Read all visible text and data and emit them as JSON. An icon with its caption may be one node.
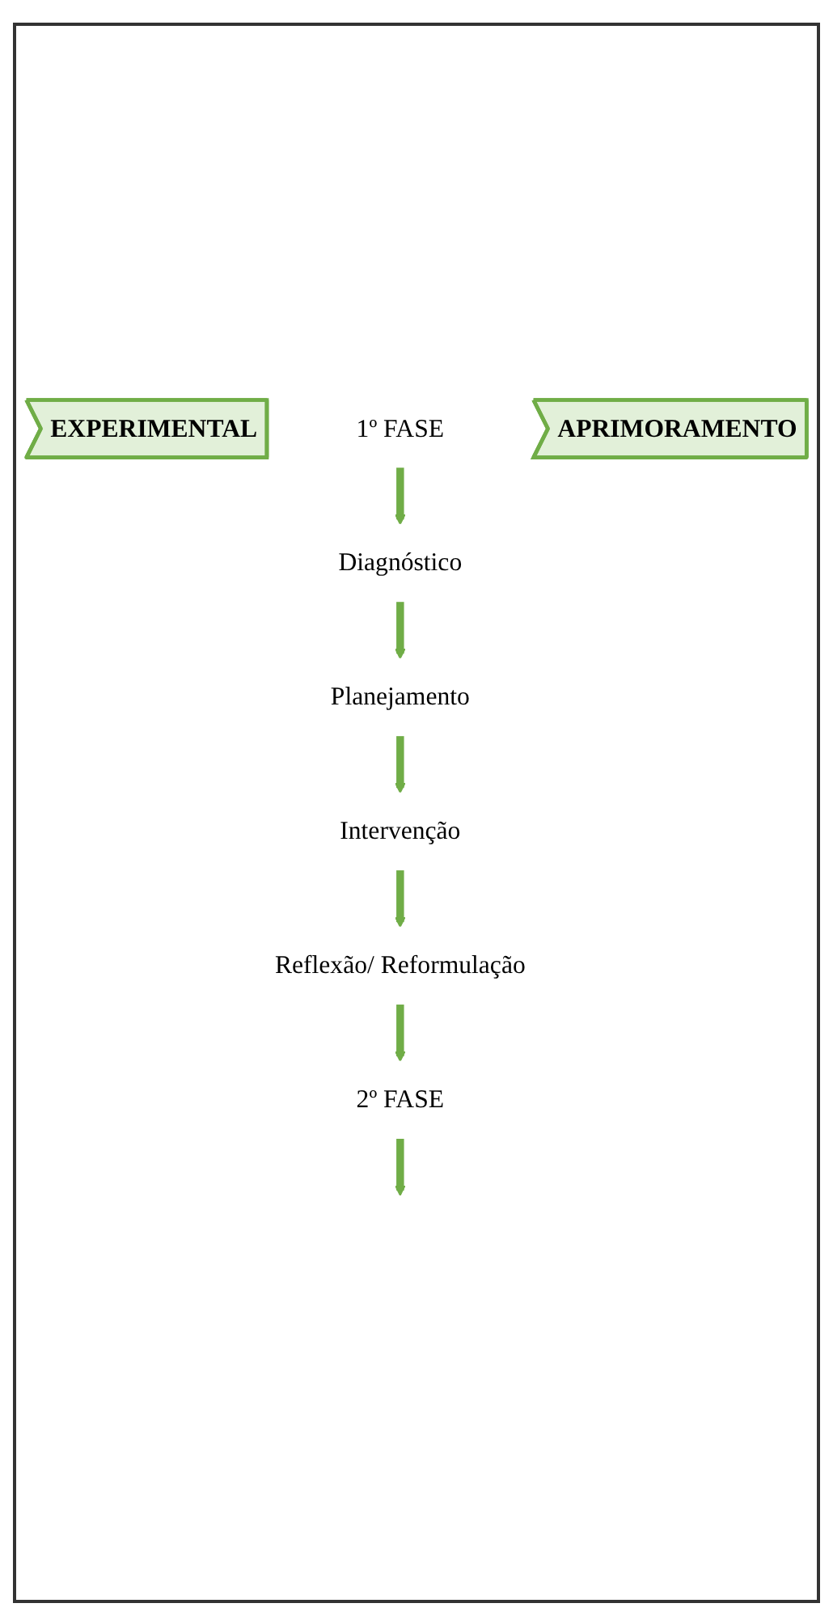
{
  "diagram": {
    "nodes": [
      {
        "text": [
          "EXPERIMENTAL"
        ]
      },
      {
        "text": [
          "1º FASE"
        ]
      },
      {
        "text": [
          "Diagnóstico"
        ]
      },
      {
        "text": [
          "Planejamento"
        ]
      },
      {
        "text": [
          "Intervenção"
        ]
      },
      {
        "text": [
          "Reflexão/ Reformulação"
        ]
      },
      {
        "text": [
          "2º FASE"
        ]
      },
      {
        "text": [
          "APRIMORAMENTO"
        ]
      }
    ],
    "edges": [
      {
        "from": 1,
        "to": 2,
        "arrow": "to"
      },
      {
        "from": 2,
        "to": 3,
        "arrow": "to"
      },
      {
        "from": 3,
        "to": 4,
        "arrow": "to"
      },
      {
        "from": 4,
        "to": 5,
        "arrow": "to"
      },
      {
        "from": 5,
        "to": 6,
        "arrow": "to"
      },
      {
        "from": 6,
        "to": null,
        "arrow": "to"
      }
    ]
  }
}
